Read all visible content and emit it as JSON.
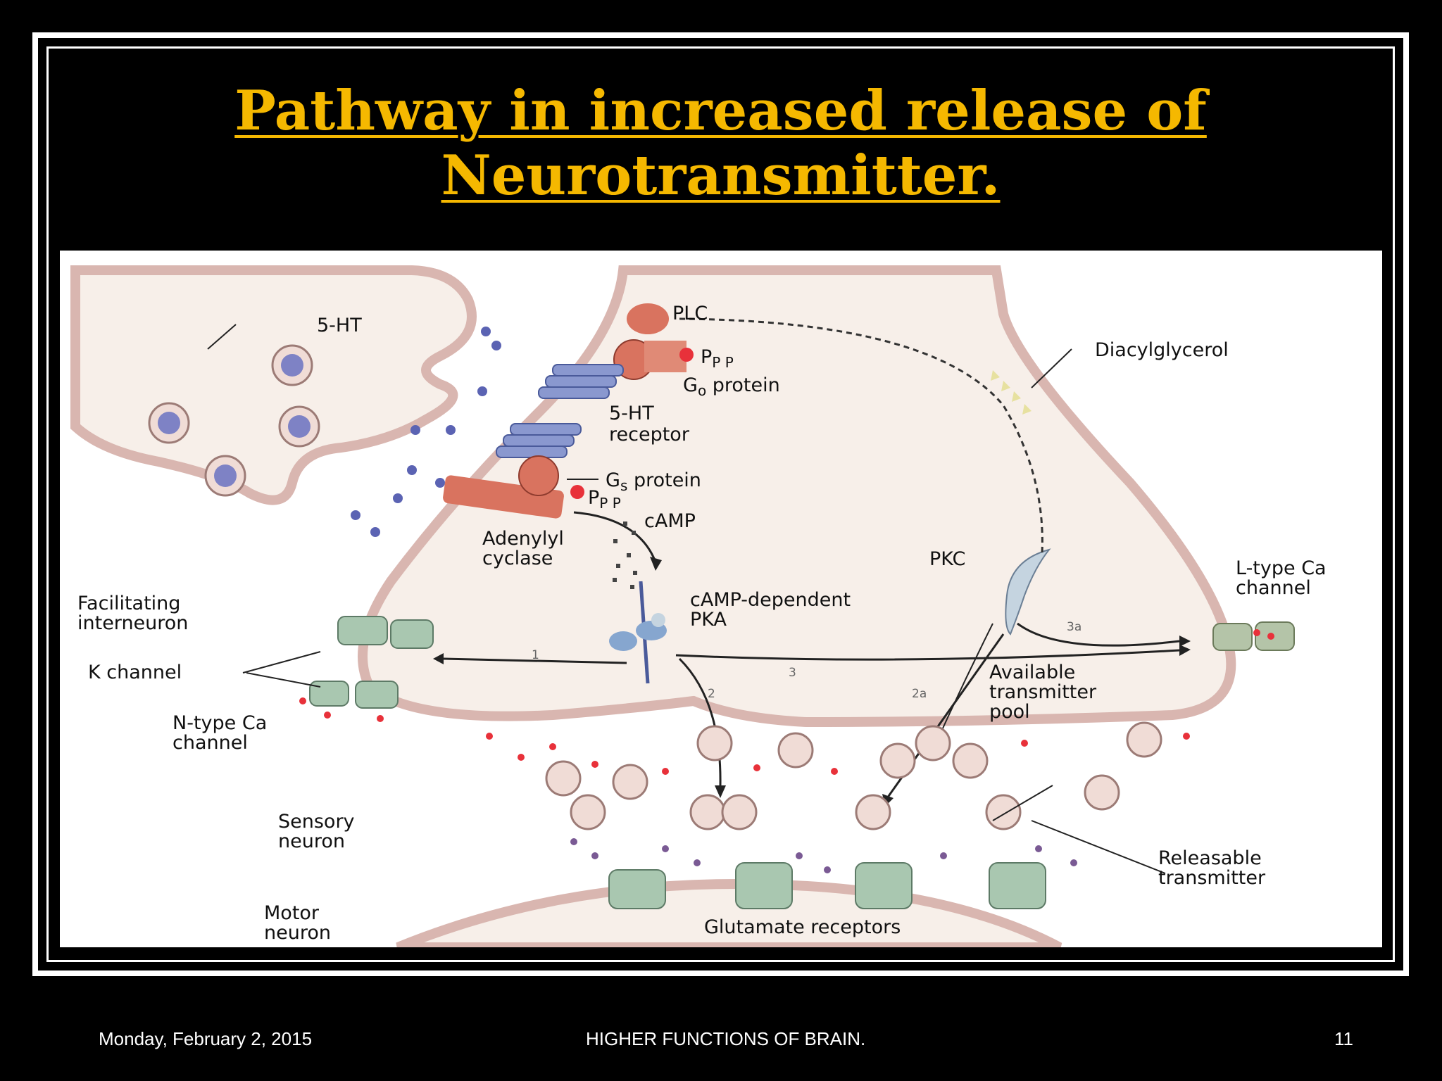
{
  "slide": {
    "title_line1": "Pathway in increased release of",
    "title_line2": "Neurotransmitter.",
    "footer_date": "Monday, February 2, 2015",
    "footer_center": "HIGHER FUNCTIONS OF BRAIN.",
    "page_number": "11"
  },
  "diagram": {
    "labels": {
      "five_ht": "5-HT",
      "plc": "PLC",
      "ppp_top": "P",
      "ppp_top_sub": "P P",
      "go_protein": "G",
      "go_sub": "o",
      "go_rest": " protein",
      "five_ht_receptor_1": "5-HT",
      "five_ht_receptor_2": "receptor",
      "gs_protein": "G",
      "gs_sub": "s",
      "gs_rest": "  protein",
      "ppp_bottom": "P",
      "ppp_bottom_sub": "P P",
      "camp": "cAMP",
      "adenylyl_1": "Adenylyl",
      "adenylyl_2": "cyclase",
      "diacylglycerol": "Diacylglycerol",
      "pkc": "PKC",
      "l_type_1": "L-type Ca",
      "l_type_2": "channel",
      "camp_pka_1": "cAMP-dependent",
      "camp_pka_2": "PKA",
      "facilitating_1": "Facilitating",
      "facilitating_2": "interneuron",
      "k_channel": "K channel",
      "n_type_1": "N-type Ca",
      "n_type_2": "channel",
      "available_1": "Available",
      "available_2": "transmitter",
      "available_3": "pool",
      "sensory_1": "Sensory",
      "sensory_2": "neuron",
      "releasable_1": "Releasable",
      "releasable_2": "transmitter",
      "motor_1": "Motor",
      "motor_2": "neuron",
      "glutamate": "Glutamate receptors",
      "path_1": "1",
      "path_2": "2",
      "path_2a": "2a",
      "path_3": "3",
      "path_3a": "3a"
    },
    "colors": {
      "membrane": "#e6cdc8",
      "membrane_edge": "#9c7b76",
      "cytoplasm": "#f7efe9",
      "receptor_blue": "#8a98cf",
      "g_protein": "#d9735f",
      "channel_green": "#a9c7b0",
      "ca_red": "#e8313a",
      "transmitter_purple": "#5b4a9a"
    }
  }
}
